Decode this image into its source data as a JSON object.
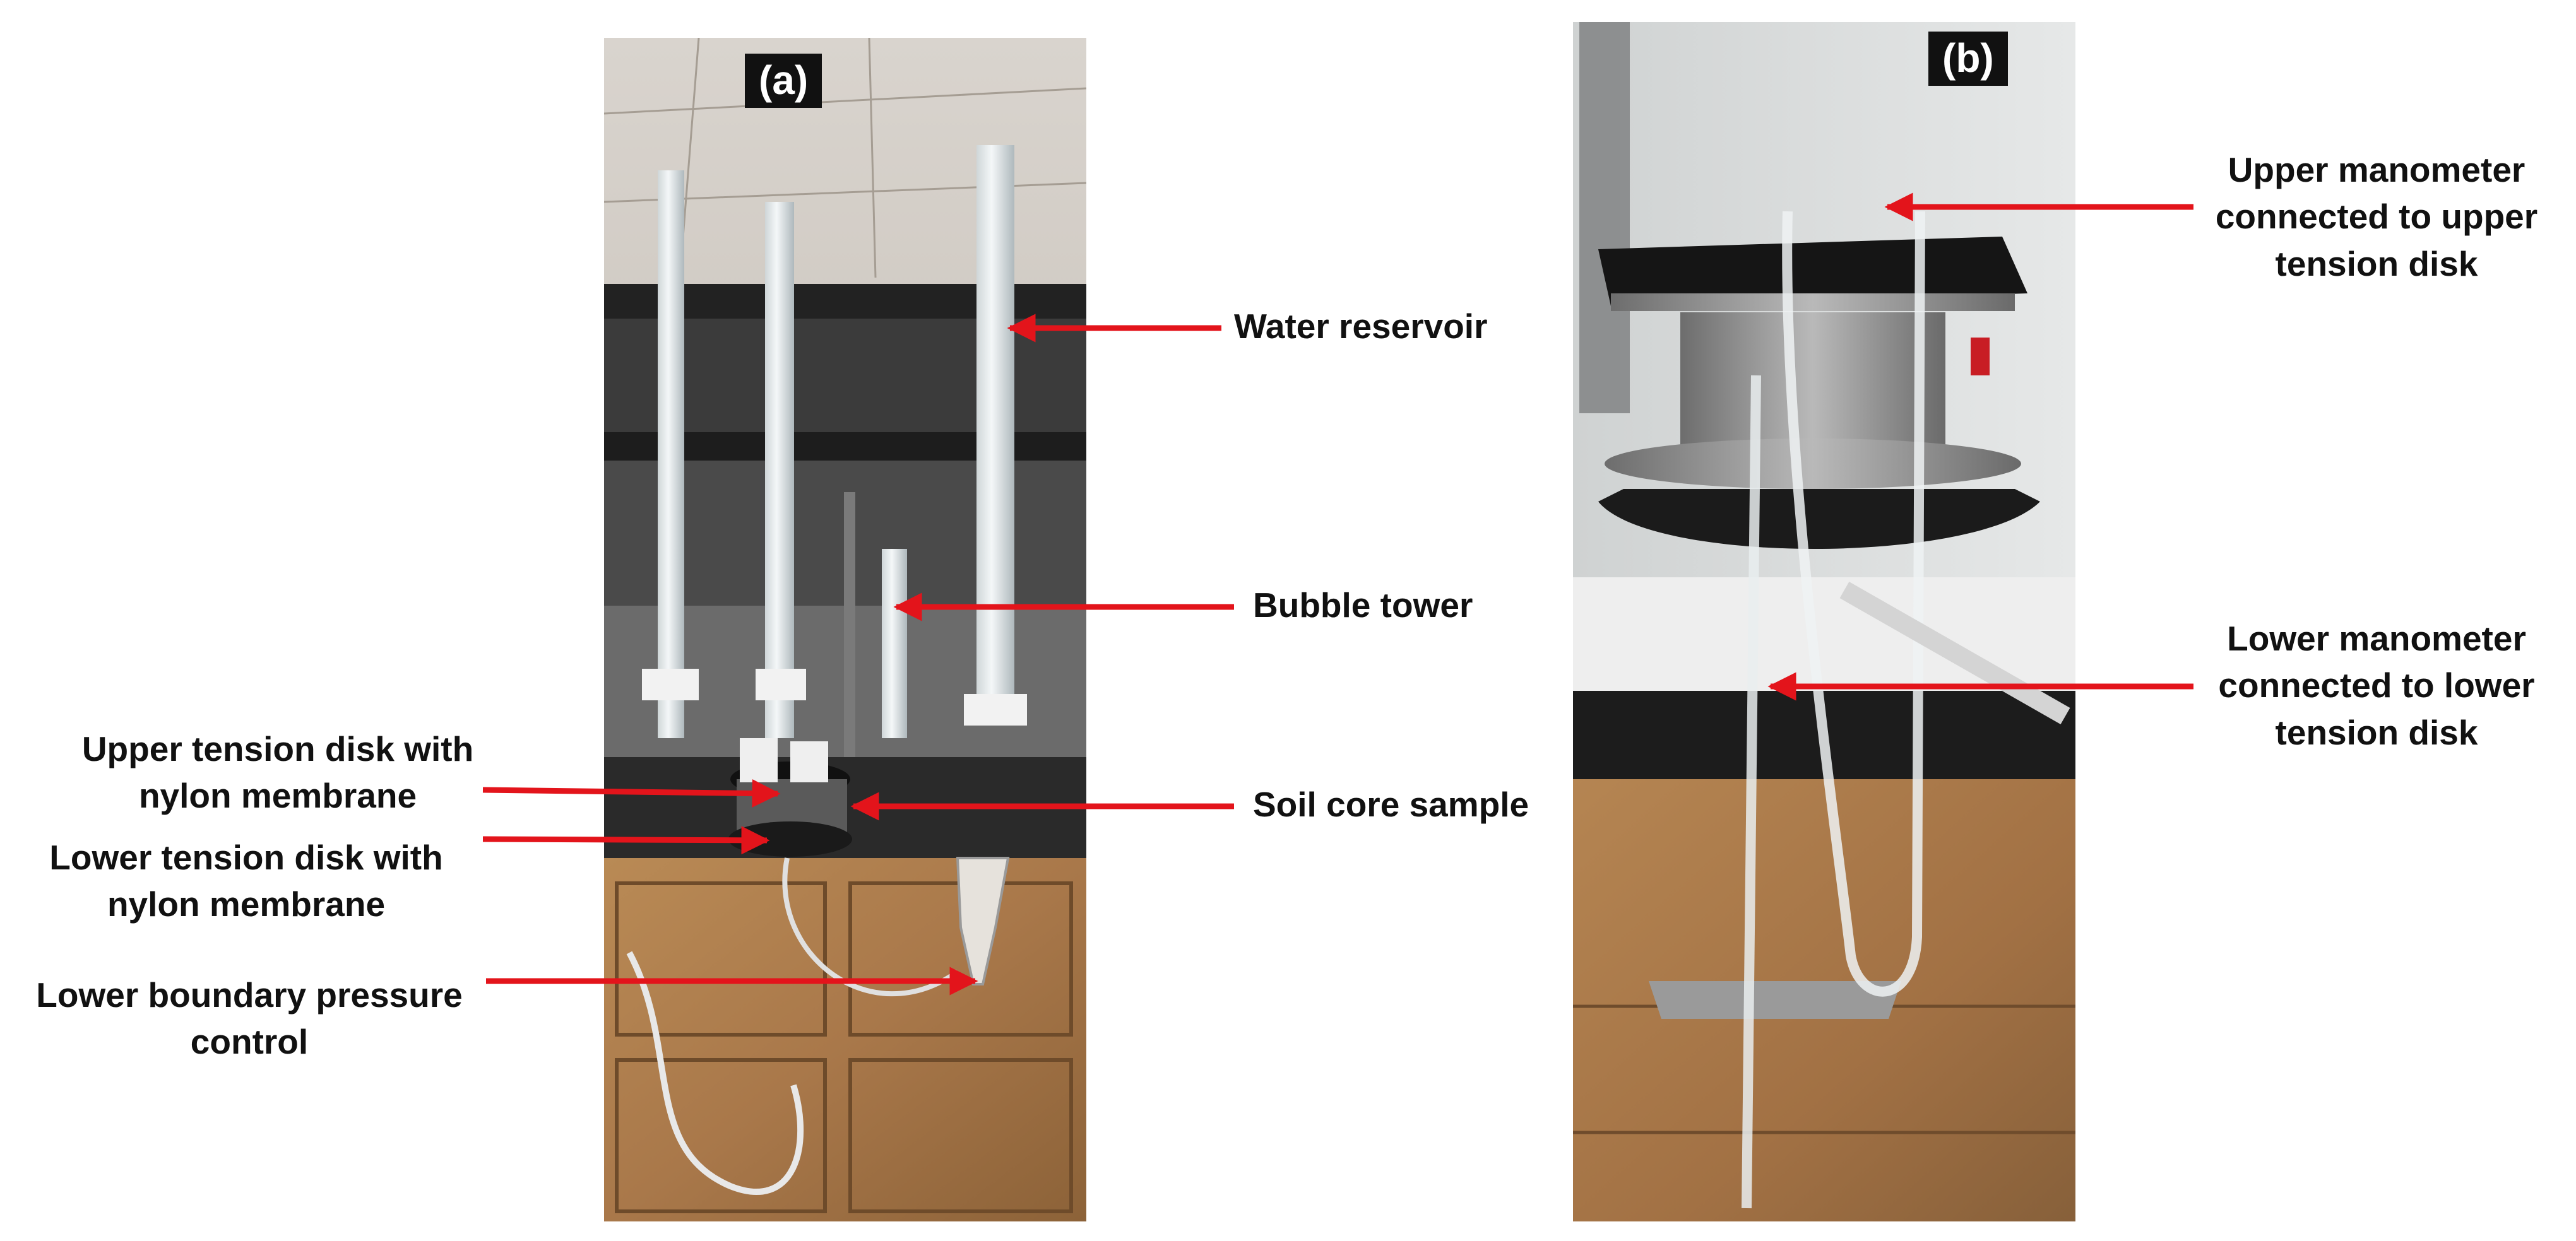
{
  "panels": {
    "a": {
      "tag": "(a)"
    },
    "b": {
      "tag": "(b)"
    }
  },
  "labels": {
    "water_reservoir": "Water reservoir",
    "bubble_tower": "Bubble tower",
    "soil_core_sample": "Soil core sample",
    "upper_tension_disk": {
      "line1": "Upper tension disk with",
      "line2": "nylon membrane"
    },
    "lower_tension_disk": {
      "line1": "Lower tension disk with",
      "line2": "nylon membrane"
    },
    "lower_boundary": {
      "line1": "Lower boundary pressure",
      "line2": "control"
    },
    "upper_manometer": {
      "line1": "Upper manometer",
      "line2": "connected to upper",
      "line3": "tension disk"
    },
    "lower_manometer": {
      "line1": "Lower manometer",
      "line2": "connected to lower",
      "line3": "tension disk"
    }
  },
  "colors": {
    "arrow": "#e3141b",
    "tag_bg": "#111111",
    "text": "#111111"
  }
}
